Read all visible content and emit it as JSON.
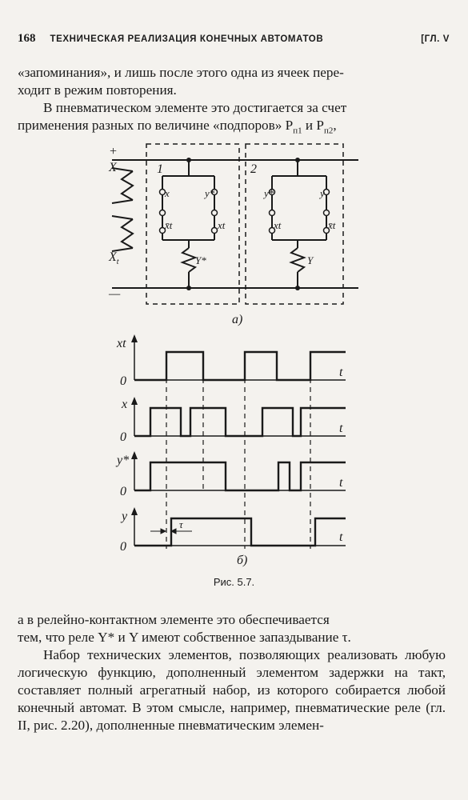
{
  "header": {
    "page_number": "168",
    "running_title": "ТЕХНИЧЕСКАЯ РЕАЛИЗАЦИЯ КОНЕЧНЫХ АВТОМАТОВ",
    "chapter": "[ГЛ. V"
  },
  "text": {
    "p1_line1": "«запоминания», и лишь после этого одна из ячеек пере-",
    "p1_line2": "ходит в режим повторения.",
    "p2_line1": "В пневматическом элементе это достигается за счет",
    "p2_line2": "применения разных по величине «подпоров» P",
    "p2_sub1": "п1",
    "p2_and": " и P",
    "p2_sub2": "п2",
    "p2_end": ",",
    "p3_line1": "а в релейно-контактном элементе это обеспечивается",
    "p3_line2": "тем, что реле Y* и Y имеют собственное запаздывание τ.",
    "p4": "Набор технических элементов, позволяющих реализовать любую логическую функцию, дополненный элементом задержки на такт, составляет полный агрегатный набор, из которого собирается любой конечный автомат. В этом смысле, например, пневматические реле (гл. II, рис. 2.20), дополненные пневматическим элемен-"
  },
  "figure": {
    "caption": "Рис. 5.7.",
    "part_a_label": "а)",
    "part_b_label": "б)",
    "circuit": {
      "plus": "+",
      "minus": "—",
      "cell1_number": "1",
      "cell2_number": "2",
      "input_x": "X",
      "input_xt": "X",
      "input_xt_sub": "t",
      "cell1_contacts": [
        "x",
        "y*",
        "x̄t",
        "xt"
      ],
      "cell1_relay": "Y*",
      "cell2_contacts": [
        "y*",
        "y",
        "xt",
        "x̄t"
      ],
      "cell2_relay": "Y"
    },
    "timing": {
      "signals": [
        "xt",
        "x",
        "y*",
        "y"
      ],
      "zero_label": "0",
      "time_label": "t",
      "tau_label": "τ"
    }
  }
}
